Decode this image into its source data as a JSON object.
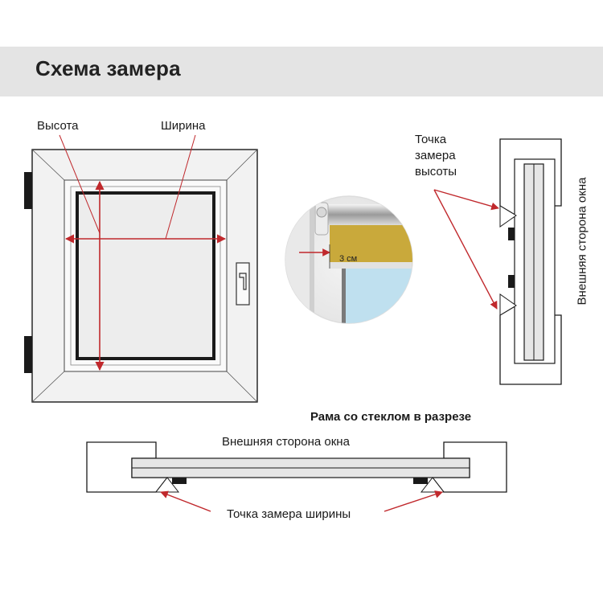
{
  "header": {
    "title": "Схема замера"
  },
  "window_diagram": {
    "height_label": "Высота",
    "width_label": "Ширина"
  },
  "detail_inset": {
    "offset_label": "3 см"
  },
  "vertical_section": {
    "height_point_label_lines": [
      "Точка",
      "замера",
      "высоты"
    ],
    "outer_side_label": "Внешняя сторона окна"
  },
  "horizontal_section": {
    "title": "Рама со стеклом в разрезе",
    "outer_side_label": "Внешняя сторона окна",
    "width_point_label": "Точка замера ширины"
  },
  "colors": {
    "arrow": "#c0282c",
    "frame_stroke": "#1a1a1a",
    "header_band": "#e4e4e4",
    "fabric": "#c9a93b",
    "glass": "#bfe0ef"
  }
}
